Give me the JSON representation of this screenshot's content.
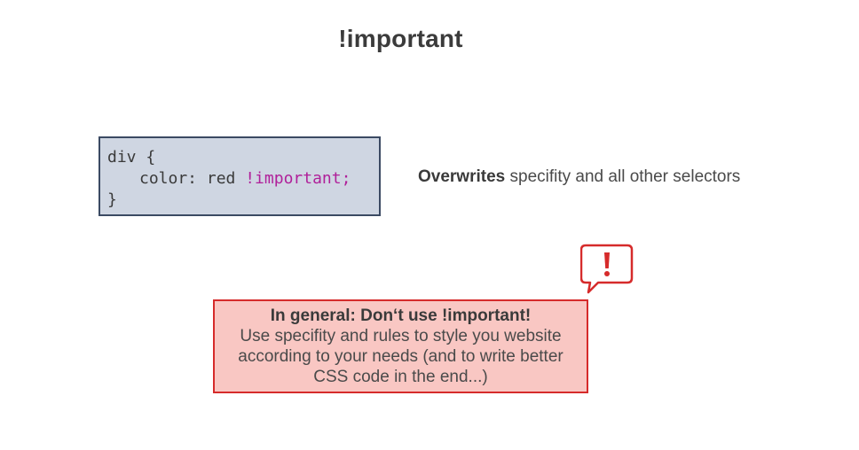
{
  "slide": {
    "title": "!important",
    "code": {
      "line1": "div {",
      "line2_property": "color: red ",
      "line2_important": "!important;",
      "line3": "}"
    },
    "description": {
      "bold": "Overwrites",
      "rest": " specifity and all other selectors"
    },
    "warning_icon": "exclamation-speech-bubble-icon",
    "note": {
      "heading": "In general: Don‘t use !important!",
      "line1": "Use specifity and rules to style you website",
      "line2": "according to your needs (and to write better",
      "line3": "CSS code in the end...)"
    },
    "colors": {
      "code_bg": "#cfd6e2",
      "code_border": "#3b4a63",
      "important_keyword": "#b0209a",
      "note_bg": "#f9c7c3",
      "note_border": "#d62b2b"
    }
  }
}
